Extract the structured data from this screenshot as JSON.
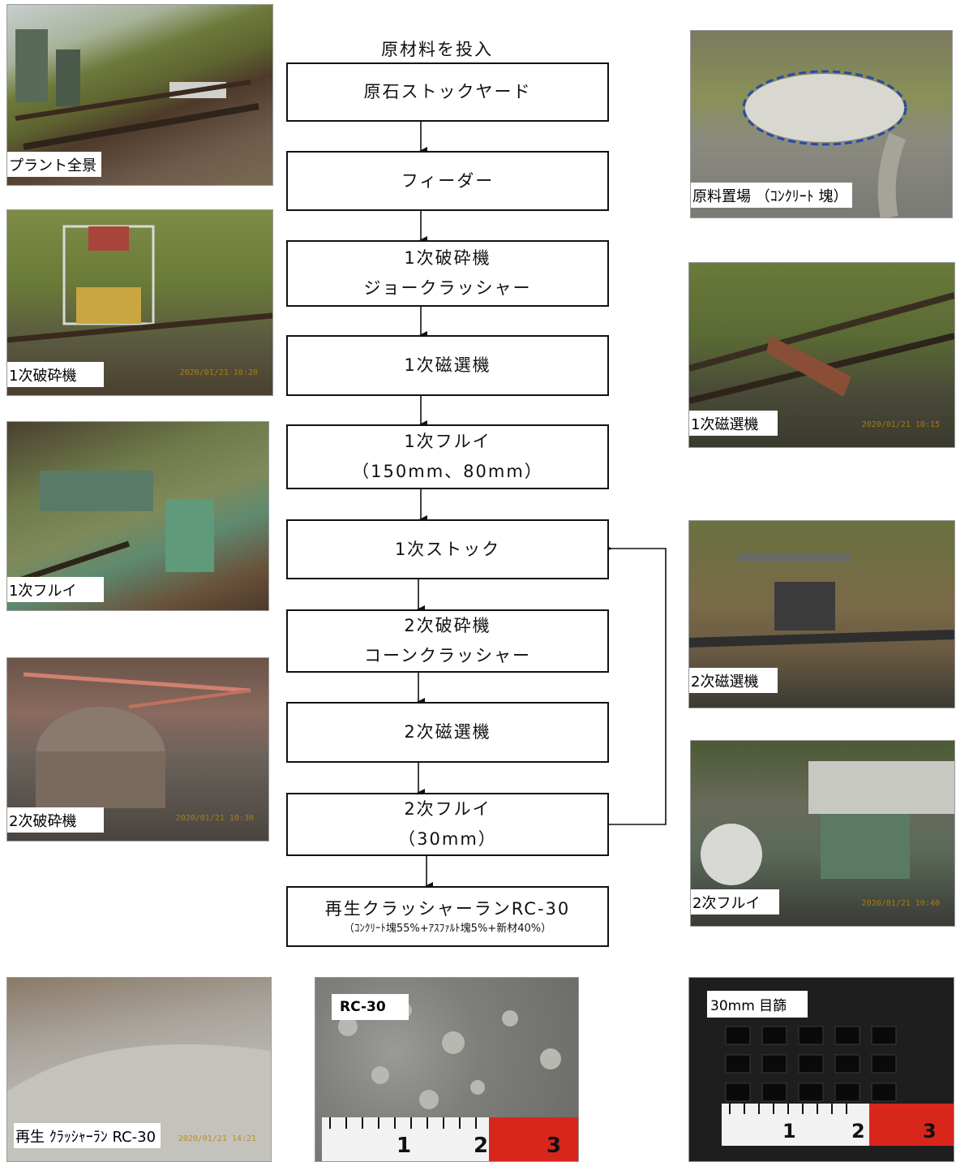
{
  "flow": {
    "start_label": "原材料を投入",
    "steps": [
      {
        "line1": "原石ストックヤード",
        "line2": ""
      },
      {
        "line1": "フィーダー",
        "line2": ""
      },
      {
        "line1": "1次破砕機",
        "line2": "ジョークラッシャー"
      },
      {
        "line1": "1次磁選機",
        "line2": ""
      },
      {
        "line1": "1次フルイ",
        "line2": "（150mm、80mm）"
      },
      {
        "line1": "1次ストック",
        "line2": ""
      },
      {
        "line1": "2次破砕機",
        "line2": "コーンクラッシャー"
      },
      {
        "line1": "2次磁選機",
        "line2": ""
      },
      {
        "line1": "2次フルイ",
        "line2": "（30mm）"
      },
      {
        "line1": "再生クラッシャーランRC-30",
        "line2": "（ｺﾝｸﾘｰﾄ塊55%+ｱｽﾌｧﾙﾄ塊5%+新材40%）"
      }
    ]
  },
  "photos": {
    "plant_overview": "プラント全景",
    "primary_crusher": "1次破砕機",
    "primary_screen": "1次フルイ",
    "secondary_crusher": "2次破砕機",
    "raw_material_yard": "原料置場 （ｺﾝｸﾘｰﾄ 塊）",
    "primary_magnet": "1次磁選機",
    "secondary_magnet": "2次磁選機",
    "secondary_screen": "2次フルイ",
    "recycled_product": "再生 ｸﾗｯｼｬｰﾗﾝ RC-30",
    "rc30_closeup": "RC-30",
    "mesh_30mm": "30mm 目篩"
  },
  "colors": {
    "sky": "#c9d3d6",
    "vegetation": "#6f7f3c",
    "rust": "#7a4a2e",
    "gravel": "#a9a9a4",
    "yard_ellipse": "#2a4aa8",
    "scale_red": "#d9261c"
  }
}
